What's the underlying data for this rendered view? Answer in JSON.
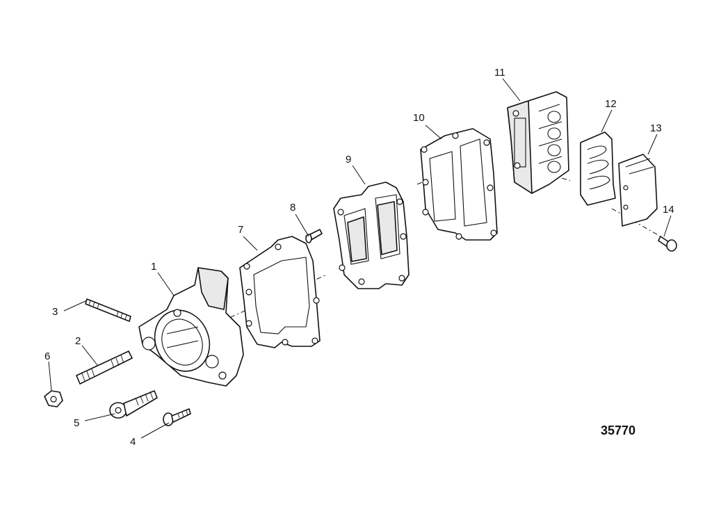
{
  "figure_number": "35770",
  "callouts": {
    "c1": "1",
    "c2": "2",
    "c3": "3",
    "c4": "4",
    "c5": "5",
    "c6": "6",
    "c7": "7",
    "c8": "8",
    "c9": "9",
    "c10": "10",
    "c11": "11",
    "c12": "12",
    "c13": "13",
    "c14": "14"
  }
}
